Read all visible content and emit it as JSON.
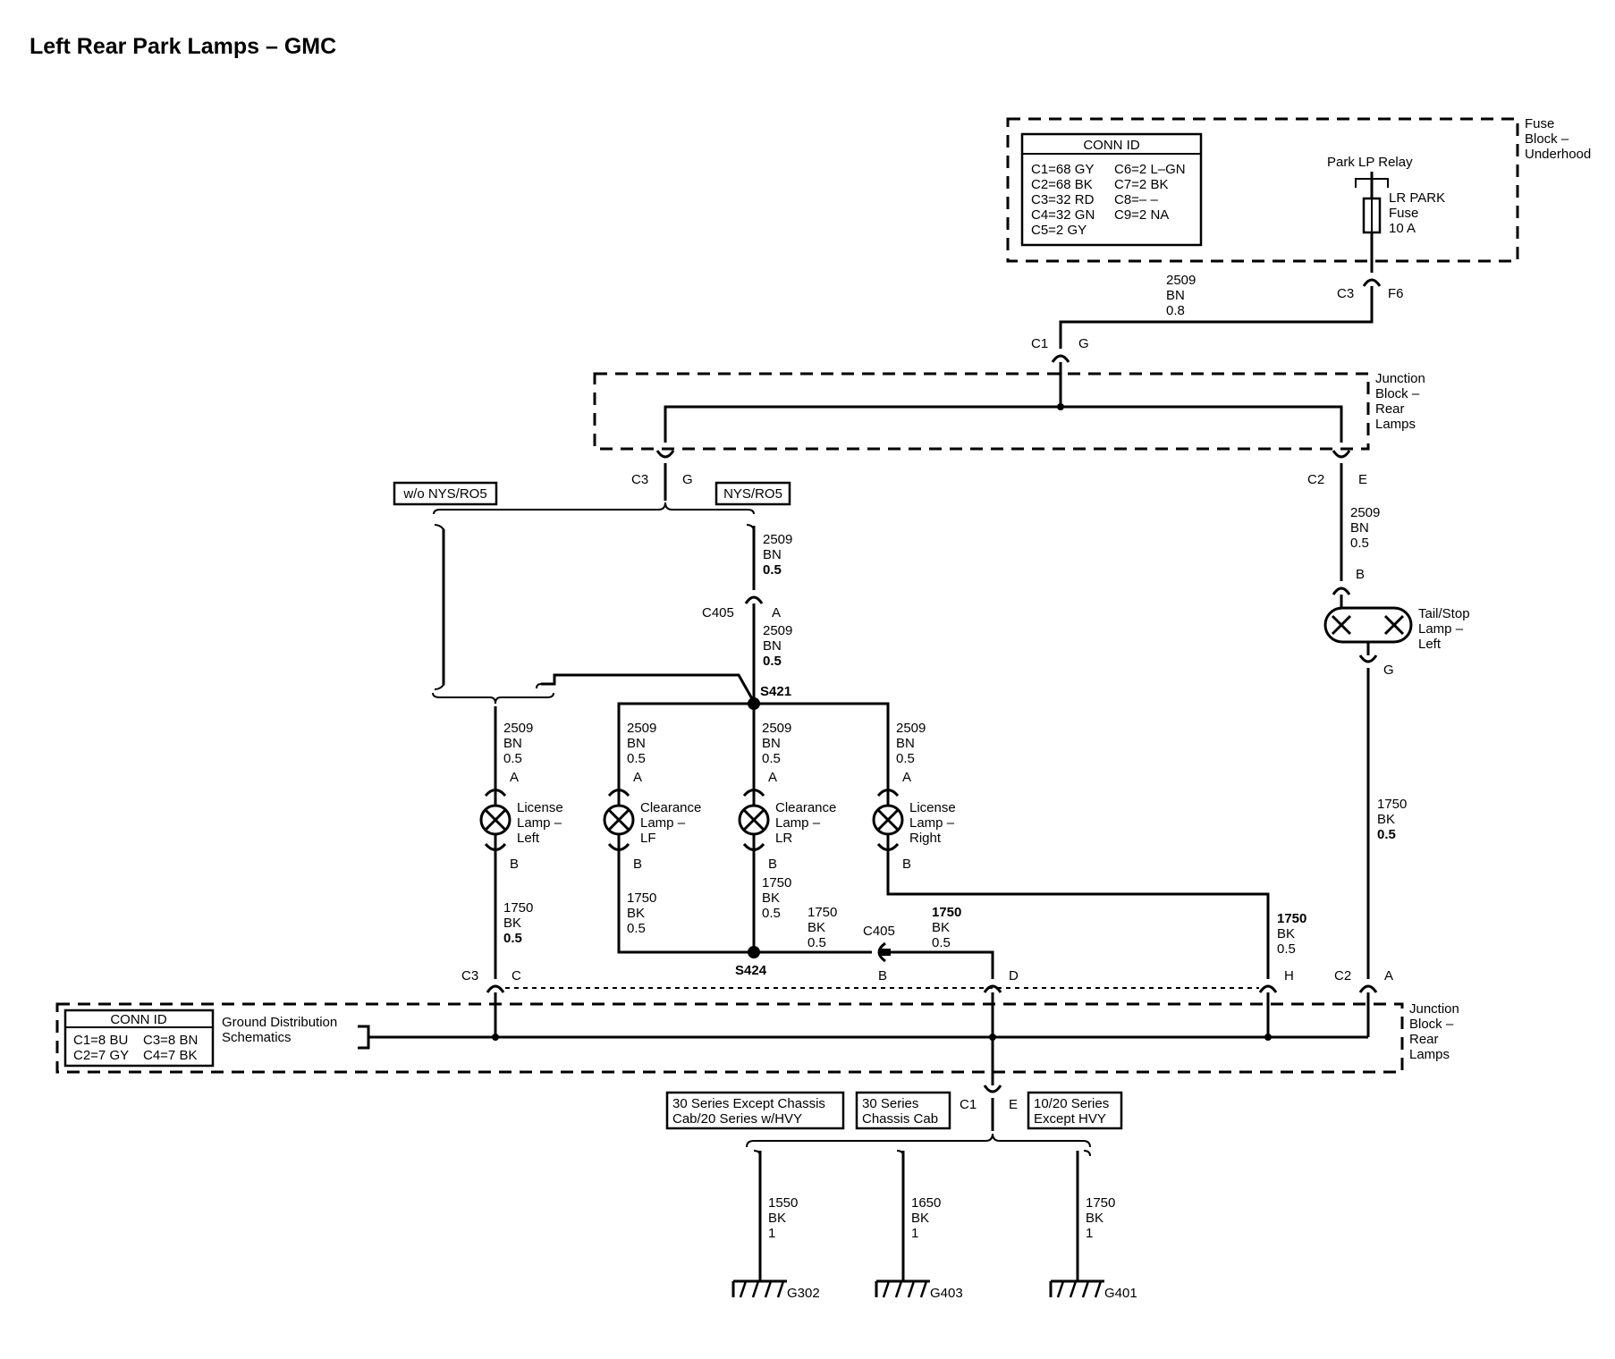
{
  "title": "Left Rear Park Lamps – GMC",
  "fuse_block": {
    "name": [
      "Fuse",
      "Block –",
      "Underhood"
    ],
    "conn_id_header": "CONN ID",
    "conn_id": [
      "C1=68 GY",
      "C2=68 BK",
      "C3=32 RD",
      "C4=32 GN",
      "C5=2 GY",
      "C6=2 L–GN",
      "C7=2 BK",
      "C8=– –",
      "C9=2 NA"
    ],
    "relay": "Park LP Relay",
    "fuse": [
      "LR PARK",
      "Fuse",
      "10 A"
    ],
    "conn": "C3",
    "pin": "F6"
  },
  "wire_top": [
    "2509",
    "BN",
    "0.8"
  ],
  "jb_rear_top": {
    "name": [
      "Junction",
      "Block –",
      "Rear",
      "Lamps"
    ],
    "input": {
      "conn": "C1",
      "pin": "G"
    },
    "out_left": {
      "conn": "C3",
      "pin": "G"
    },
    "out_right": {
      "conn": "C2",
      "pin": "E"
    }
  },
  "options": {
    "without": "w/o NYS/RO5",
    "with": "NYS/RO5"
  },
  "wires": {
    "w_nys": [
      "2509",
      "BN",
      "0.5"
    ],
    "w_c405a": [
      "2509",
      "BN",
      "0.5"
    ],
    "w_tail": [
      "2509",
      "BN",
      "0.5"
    ],
    "w_lic_l": [
      "2509",
      "BN",
      "0.5"
    ],
    "w_clr_lf": [
      "2509",
      "BN",
      "0.5"
    ],
    "w_clr_lr": [
      "2509",
      "BN",
      "0.5"
    ],
    "w_lic_r": [
      "2509",
      "BN",
      "0.5"
    ],
    "g_lic_l": [
      "1750",
      "BK",
      "0.5"
    ],
    "g_clr_lf": [
      "1750",
      "BK",
      "0.5"
    ],
    "g_clr_lr": [
      "1750",
      "BK",
      "0.5"
    ],
    "g_s424": [
      "1750",
      "BK",
      "0.5"
    ],
    "g_c405b": [
      "1750",
      "BK",
      "0.5"
    ],
    "g_lic_r": [
      "1750",
      "BK",
      "0.5"
    ],
    "g_tail": [
      "1750",
      "BK",
      "0.5"
    ],
    "g_g302": [
      "1550",
      "BK",
      "1"
    ],
    "g_g403": [
      "1650",
      "BK",
      "1"
    ],
    "g_g401": [
      "1750",
      "BK",
      "1"
    ]
  },
  "inline_conn": {
    "name": "C405",
    "pin_a": "A",
    "pin_b": "B"
  },
  "splices": {
    "s421": "S421",
    "s424": "S424"
  },
  "lamps": {
    "lic_left": {
      "name": [
        "License",
        "Lamp –",
        "Left"
      ],
      "pin_a": "A",
      "pin_b": "B"
    },
    "clr_lf": {
      "name": [
        "Clearance",
        "Lamp –",
        "LF"
      ],
      "pin_a": "A",
      "pin_b": "B"
    },
    "clr_lr": {
      "name": [
        "Clearance",
        "Lamp –",
        "LR"
      ],
      "pin_a": "A",
      "pin_b": "B"
    },
    "lic_right": {
      "name": [
        "License",
        "Lamp –",
        "Right"
      ],
      "pin_a": "A",
      "pin_b": "B"
    },
    "tail": {
      "name": [
        "Tail/Stop",
        "Lamp –",
        "Left"
      ],
      "pin_a": "B",
      "pin_b": "G"
    }
  },
  "jb_rear_bottom": {
    "name": [
      "Junction",
      "Block –",
      "Rear",
      "Lamps"
    ],
    "conn_id_header": "CONN ID",
    "conn_id": [
      "C1=8 BU",
      "C2=7 GY",
      "C3=8 BN",
      "C4=7 BK"
    ],
    "ground_ref": [
      "Ground Distribution",
      "Schematics"
    ],
    "conn_c": {
      "conn": "C3",
      "pin": "C"
    },
    "conn_d": {
      "pin": "D"
    },
    "conn_h": {
      "pin": "H"
    },
    "conn_a": {
      "conn": "C2",
      "pin": "A"
    },
    "out": {
      "conn": "C1",
      "pin": "E"
    }
  },
  "ground_options": [
    [
      "30 Series Except Chassis",
      "Cab/20 Series w/HVY"
    ],
    [
      "30 Series",
      "Chassis Cab"
    ],
    [
      "10/20 Series",
      "Except HVY"
    ]
  ],
  "grounds": [
    "G302",
    "G403",
    "G401"
  ]
}
